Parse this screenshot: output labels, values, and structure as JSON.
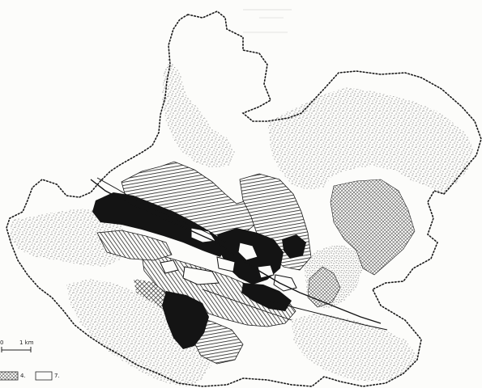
{
  "map": {
    "colors": {
      "paper": "#fcfcfa",
      "ink": "#141414",
      "boundary": "#1a1a1a"
    },
    "layers": [
      "dense-core-black",
      "diagonal-hatched-zone",
      "cross-hatched-zone",
      "stippled-zone",
      "white-zone"
    ]
  },
  "scale": {
    "start_label": "0",
    "end_label": "1 km"
  },
  "legend": {
    "items": [
      {
        "label": "4.",
        "pattern": "crosshatch"
      },
      {
        "label": "7.",
        "pattern": "empty"
      }
    ]
  }
}
